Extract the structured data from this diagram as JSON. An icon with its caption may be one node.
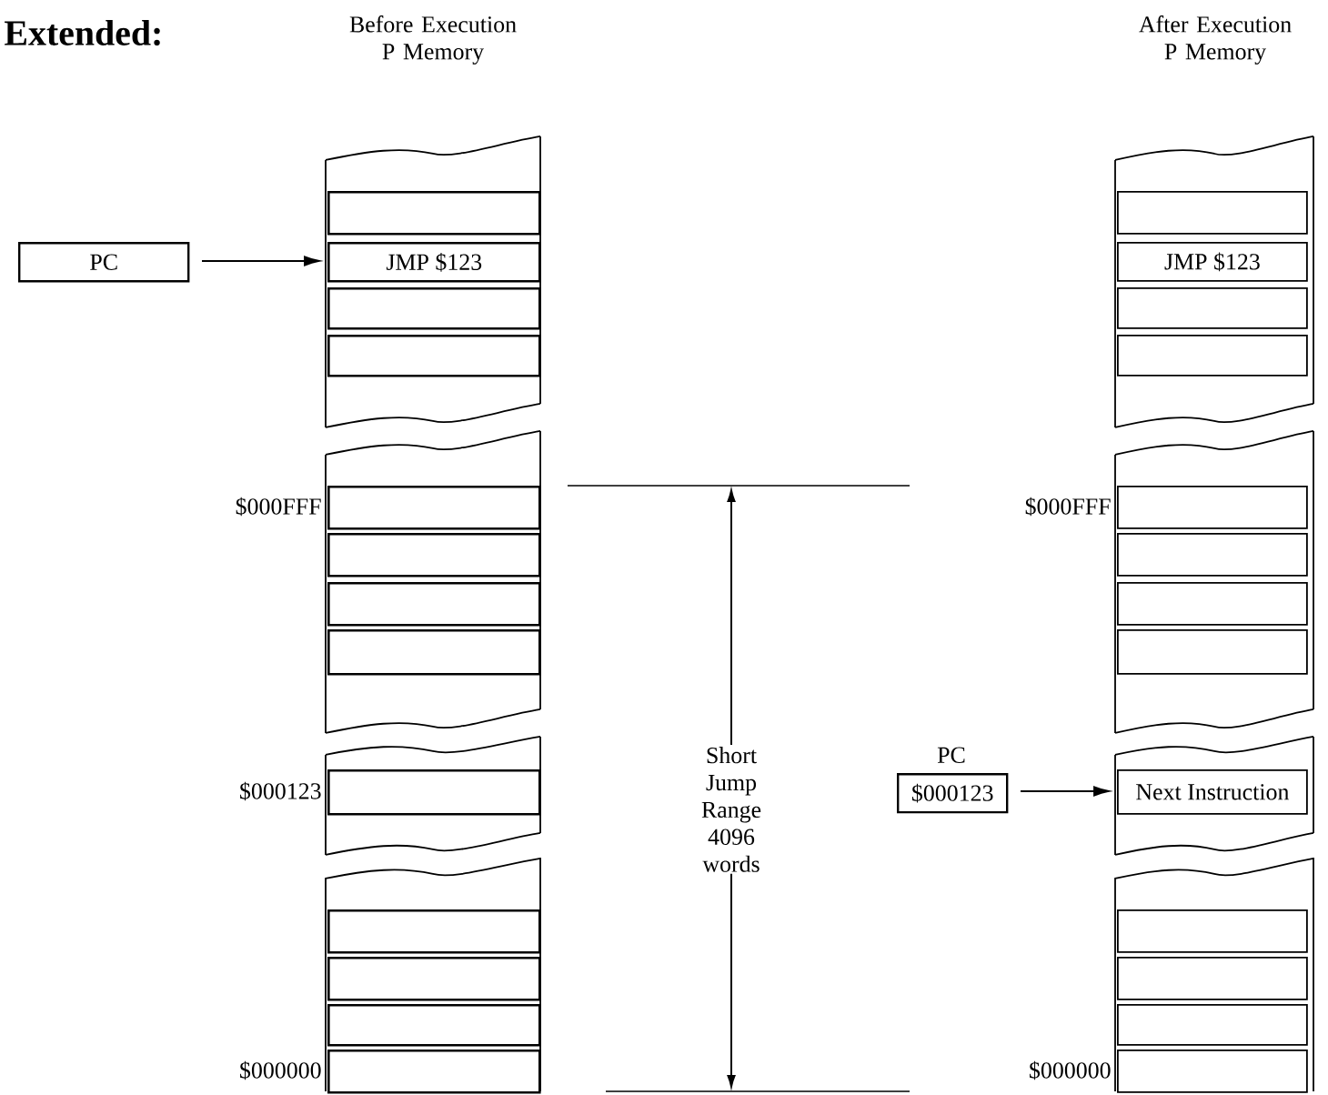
{
  "diagram": {
    "title": "Extended:",
    "nodes": [
      {
        "text": [
          "PC"
        ]
      },
      {
        "text": [],
        "shape": "box"
      },
      {
        "text": [
          "JMP $123"
        ]
      },
      {
        "text": [],
        "shape": "box"
      },
      {
        "text": [],
        "shape": "box"
      },
      {
        "text": [],
        "shape": "box",
        "beside": [
          "$000FFF"
        ]
      },
      {
        "text": [],
        "shape": "box"
      },
      {
        "text": [],
        "shape": "box"
      },
      {
        "text": [],
        "shape": "box"
      },
      {
        "text": [],
        "shape": "box",
        "beside": [
          "$000123"
        ]
      },
      {
        "text": [],
        "shape": "box"
      },
      {
        "text": [],
        "shape": "box"
      },
      {
        "text": [],
        "shape": "box"
      },
      {
        "text": [],
        "shape": "box",
        "beside": [
          "$000000"
        ]
      },
      {
        "text": [
          "$000123"
        ],
        "beside": [
          "PC"
        ]
      },
      {
        "text": [],
        "shape": "box"
      },
      {
        "text": [
          "JMP $123"
        ]
      },
      {
        "text": [],
        "shape": "box"
      },
      {
        "text": [],
        "shape": "box"
      },
      {
        "text": [],
        "shape": "box",
        "beside": [
          "$000FFF"
        ]
      },
      {
        "text": [],
        "shape": "box"
      },
      {
        "text": [],
        "shape": "box"
      },
      {
        "text": [],
        "shape": "box"
      },
      {
        "text": [
          "Next Instruction"
        ]
      },
      {
        "text": [],
        "shape": "box"
      },
      {
        "text": [],
        "shape": "box"
      },
      {
        "text": [],
        "shape": "box"
      },
      {
        "text": [],
        "shape": "box",
        "beside": [
          "$000000"
        ]
      }
    ],
    "edges": [
      {
        "from": 0,
        "to": 2,
        "arrow": "to"
      },
      {
        "from": 14,
        "to": 23,
        "arrow": "to"
      }
    ],
    "labels": [
      "Before Execution P Memory",
      "After Execution P Memory",
      "Short Jump Range 4096 words"
    ]
  }
}
